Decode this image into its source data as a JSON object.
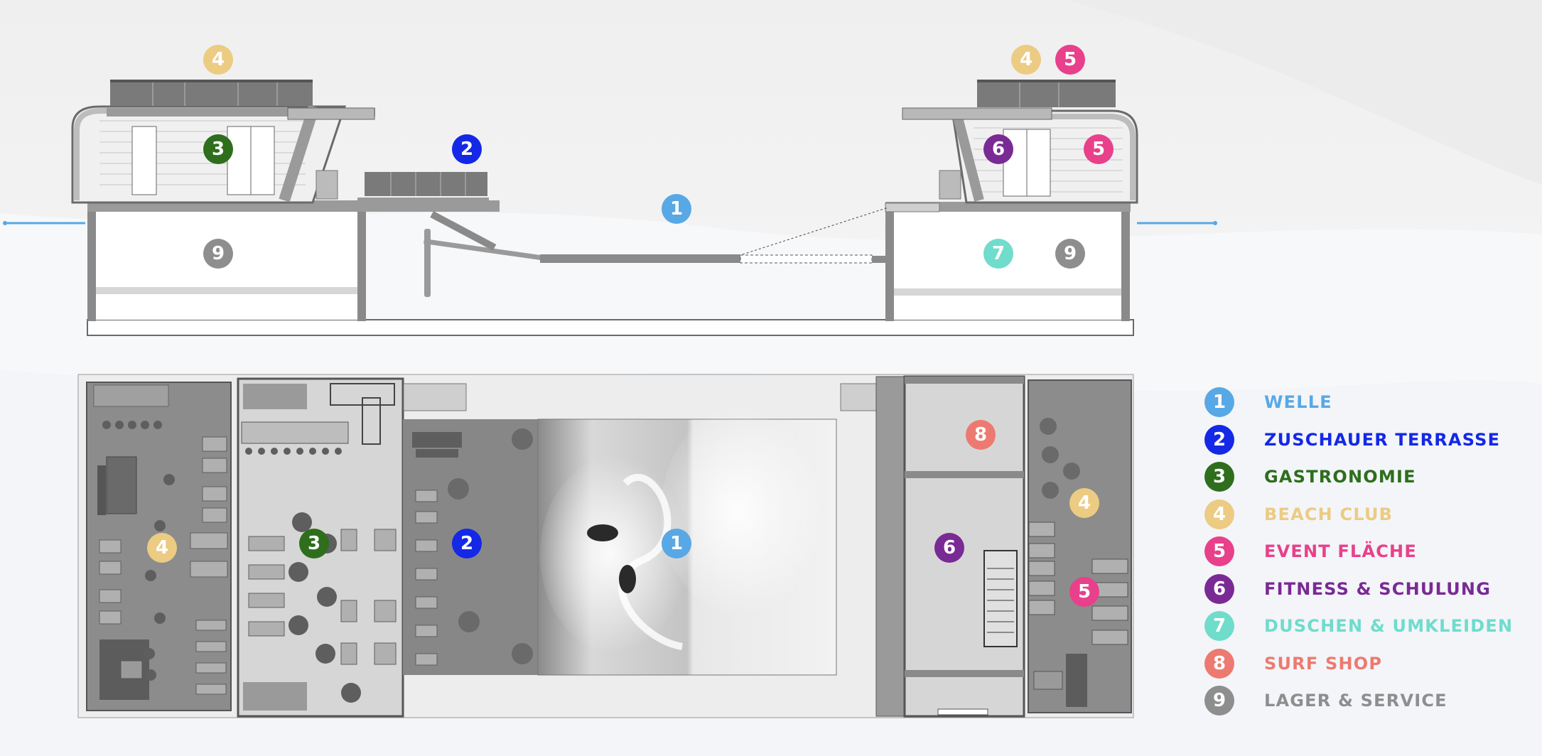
{
  "colors": {
    "c1": "#58a8e6",
    "c2": "#1428e6",
    "c3": "#2e6e1c",
    "c4": "#eccb82",
    "c5": "#e8408a",
    "c6": "#7a2a94",
    "c7": "#6fdccc",
    "c8": "#ec7a70",
    "c9": "#8e8e8e"
  },
  "legend": [
    {
      "num": "1",
      "label": "WELLE",
      "color": "#58a8e6"
    },
    {
      "num": "2",
      "label": "ZUSCHAUER TERRASSE",
      "color": "#1428e6"
    },
    {
      "num": "3",
      "label": "GASTRONOMIE",
      "color": "#2e6e1c"
    },
    {
      "num": "4",
      "label": "BEACH CLUB",
      "color": "#eccb82"
    },
    {
      "num": "5",
      "label": "EVENT FLÄCHE",
      "color": "#e8408a"
    },
    {
      "num": "6",
      "label": "FITNESS & SCHULUNG",
      "color": "#7a2a94"
    },
    {
      "num": "7",
      "label": "DUSCHEN & UMKLEIDEN",
      "color": "#6fdccc"
    },
    {
      "num": "8",
      "label": "SURF SHOP",
      "color": "#ec7a70"
    },
    {
      "num": "9",
      "label": "LAGER & SERVICE",
      "color": "#8e8e8e"
    }
  ],
  "markers": {
    "elev_4_left": "4",
    "elev_3": "3",
    "elev_2": "2",
    "elev_1": "1",
    "elev_9_left": "9",
    "elev_4_right": "4",
    "elev_5_top": "5",
    "elev_6": "6",
    "elev_5_right": "5",
    "elev_7": "7",
    "elev_9_right": "9",
    "plan_4_left": "4",
    "plan_3": "3",
    "plan_2": "2",
    "plan_1": "1",
    "plan_8": "8",
    "plan_6": "6",
    "plan_4_right": "4",
    "plan_5": "5"
  }
}
